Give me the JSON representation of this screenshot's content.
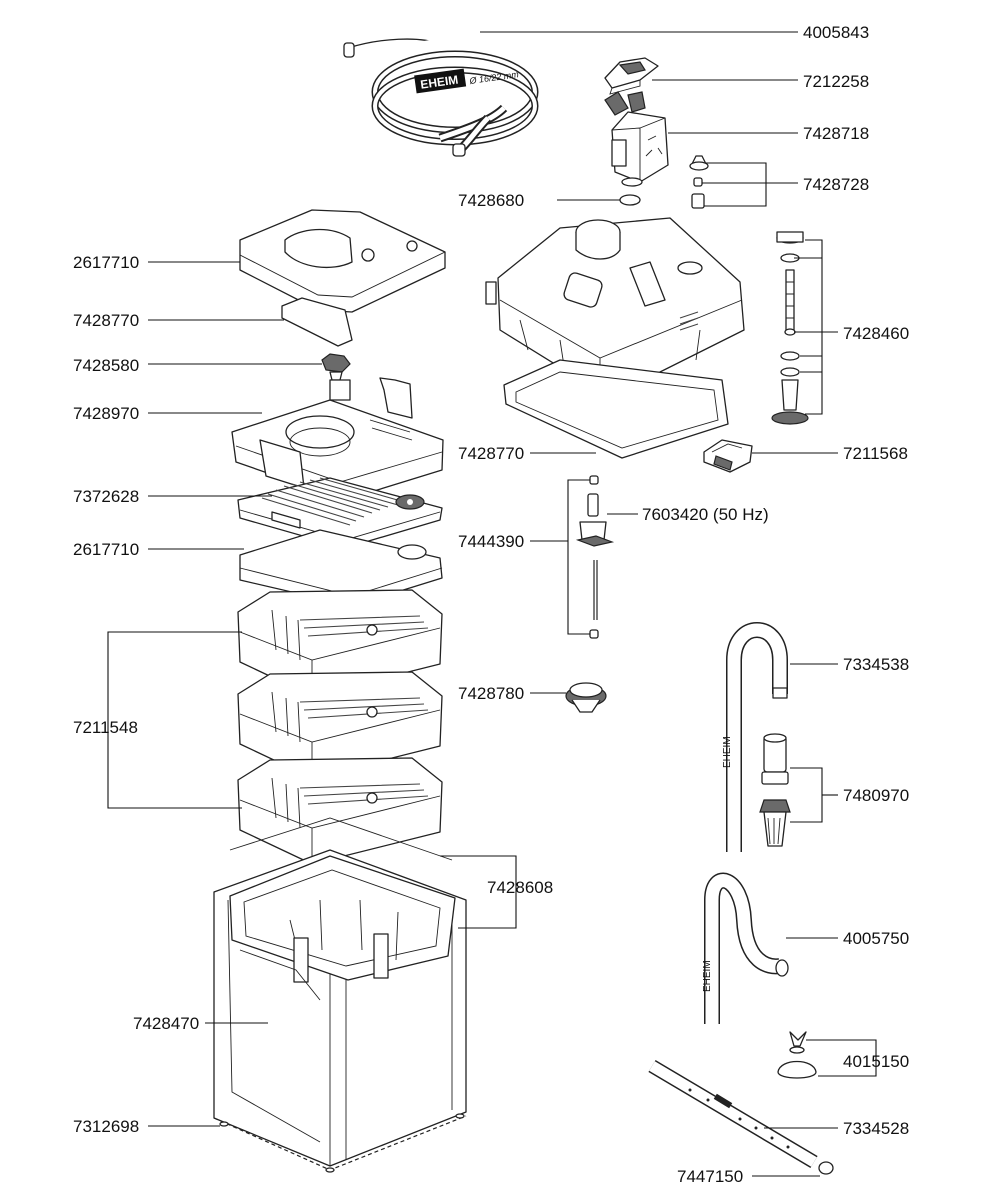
{
  "labels": {
    "l4005843": "4005843",
    "l7212258": "7212258",
    "l7428718": "7428718",
    "l7428728": "7428728",
    "l7428680": "7428680",
    "l2617710a": "2617710",
    "l7428770a": "7428770",
    "l7428460": "7428460",
    "l7428580": "7428580",
    "l7428970": "7428970",
    "l7428770b": "7428770",
    "l7211568": "7211568",
    "l7372628": "7372628",
    "l7603420": "7603420 (50 Hz)",
    "l2617710b": "2617710",
    "l7444390": "7444390",
    "l7334538": "7334538",
    "l7211548": "7211548",
    "l7428780": "7428780",
    "l7480970": "7480970",
    "l7428608": "7428608",
    "l4005750": "4005750",
    "l7428470": "7428470",
    "l4015150": "4015150",
    "l7312698": "7312698",
    "l7334528": "7334528",
    "l7447150": "7447150"
  },
  "branding": {
    "hose_logo": "EHEIM",
    "hose_size": "Ø 16/22 mm",
    "pipe_logo_1": "EHEIM",
    "pipe_logo_2": "EHEIM"
  }
}
